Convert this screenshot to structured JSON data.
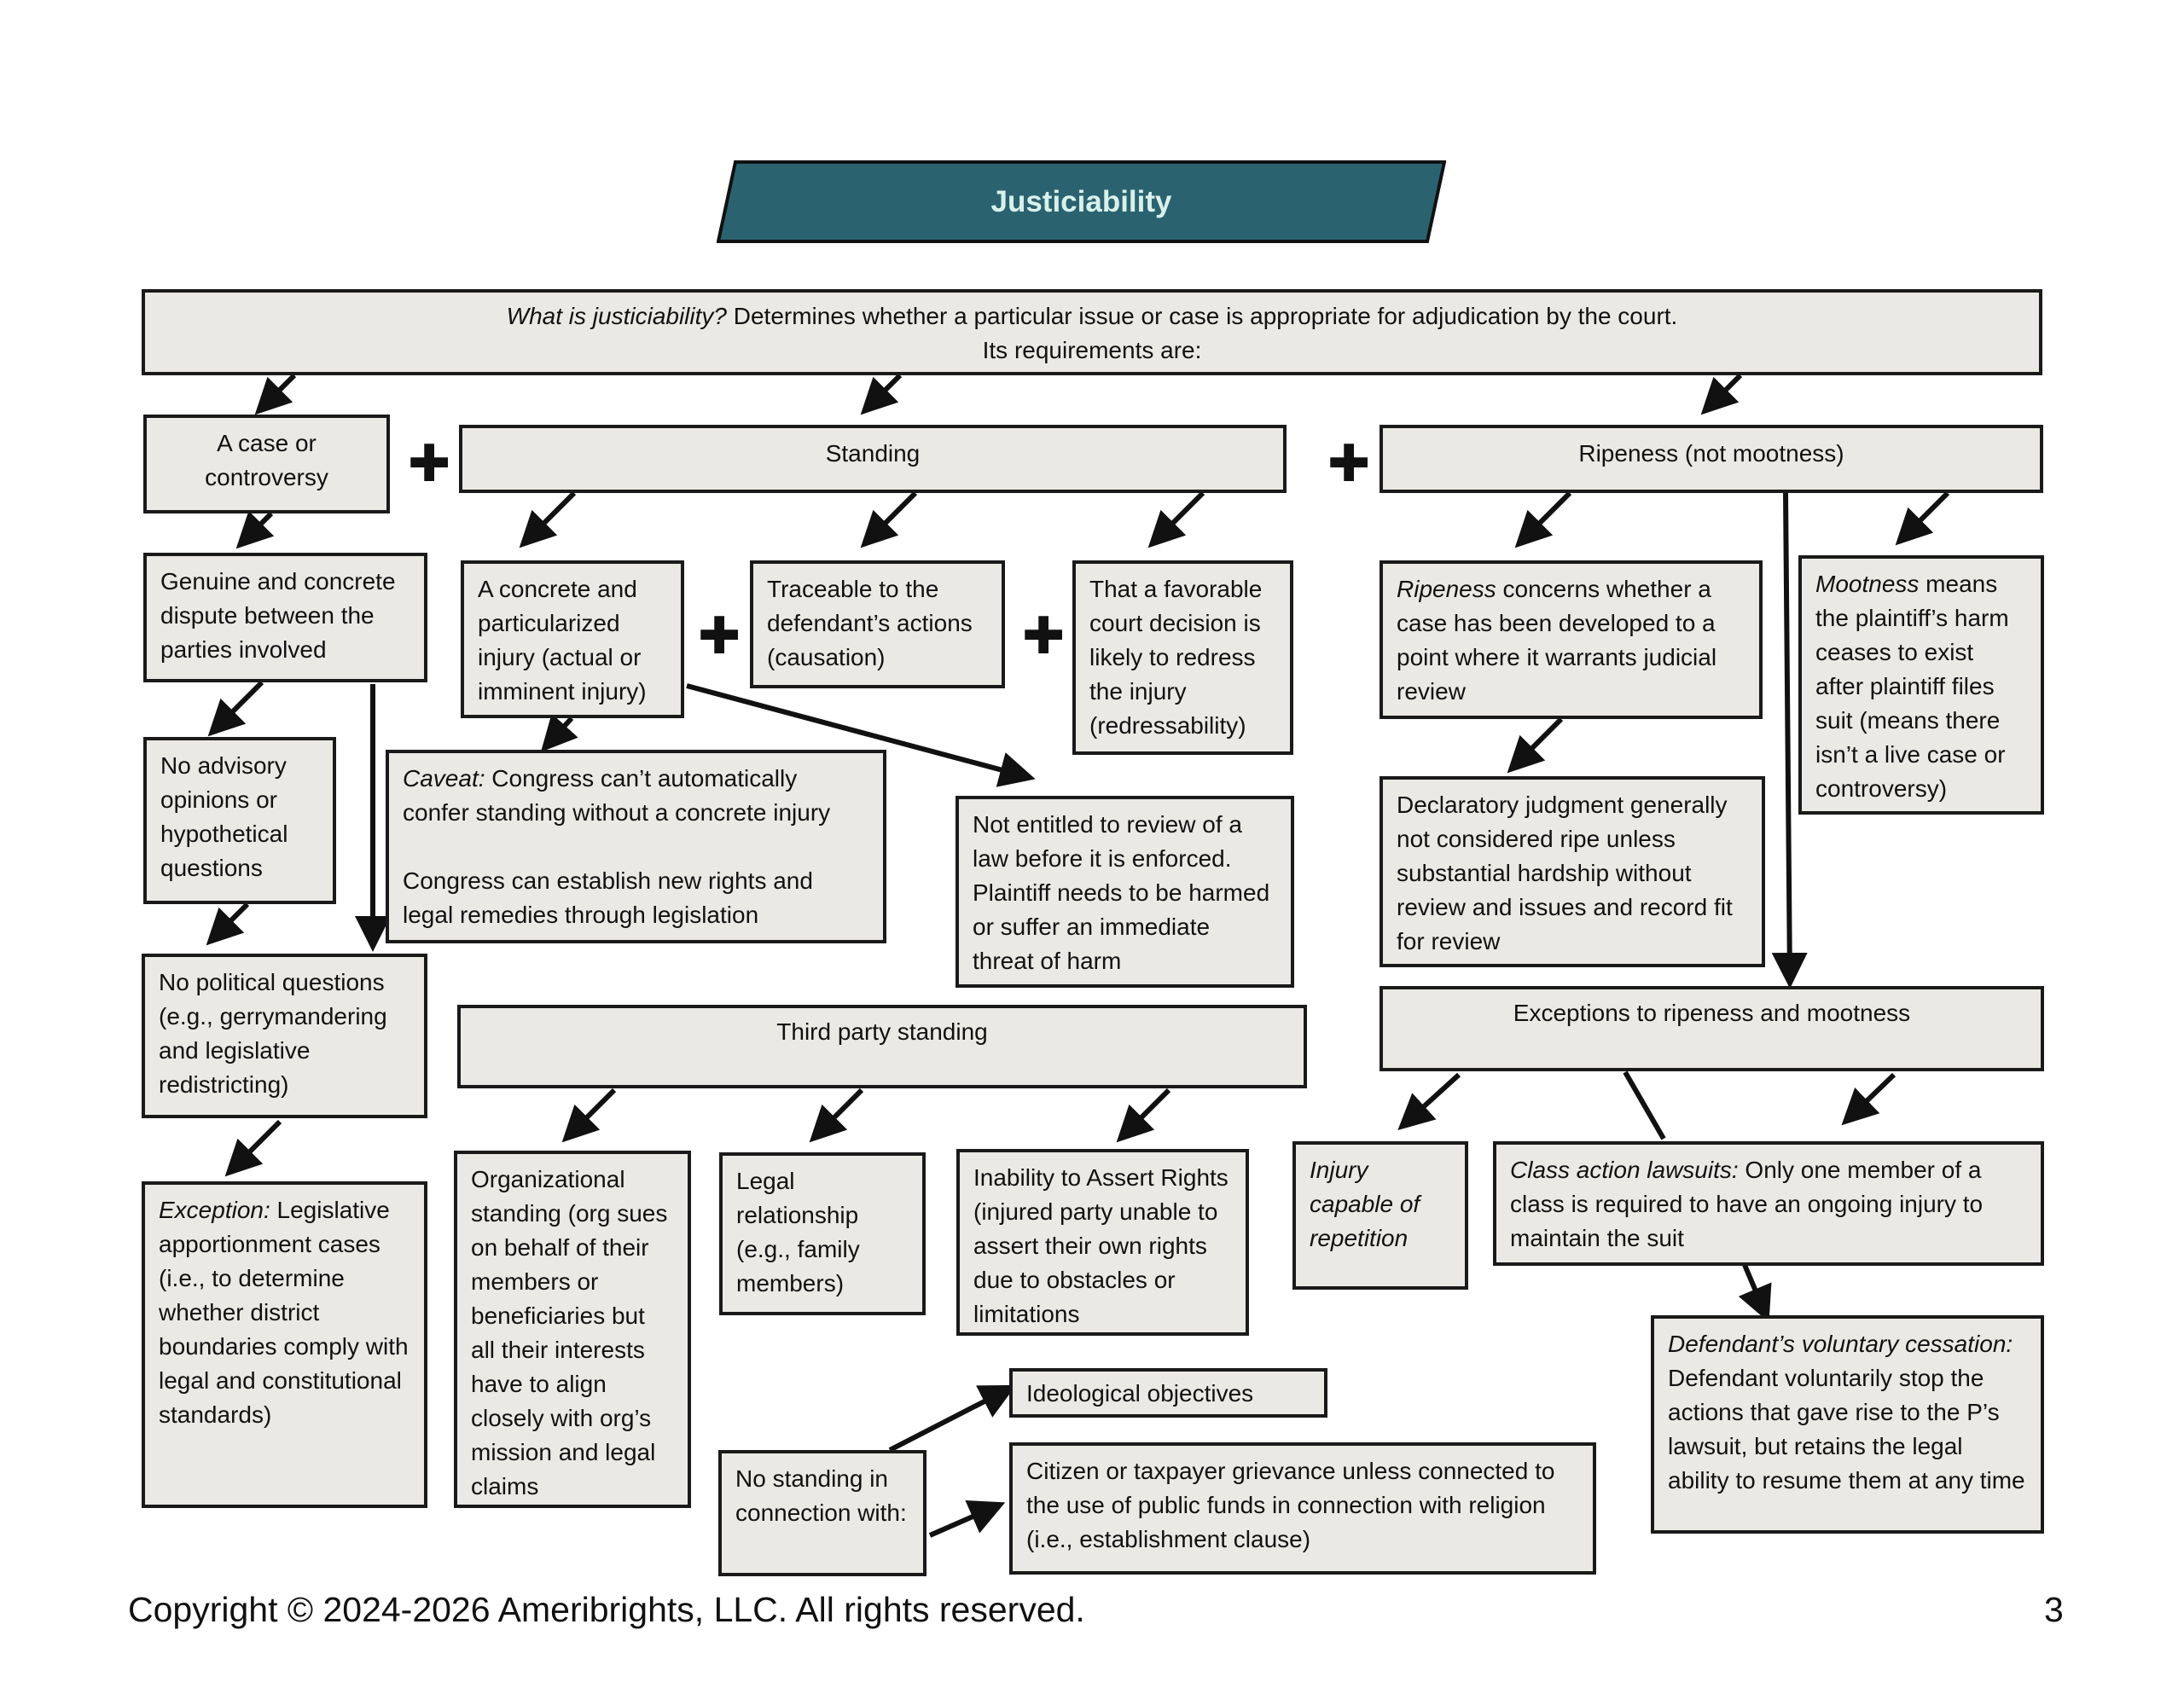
{
  "title": "Justiciability",
  "intro": {
    "question": "What is justiciability?",
    "text": " Determines whether a particular issue or case is appropriate for adjudication by the court.",
    "line2": "Its requirements are:"
  },
  "case_or_controversy": "A case or controversy",
  "standing": "Standing",
  "ripeness_header": "Ripeness (not mootness)",
  "plus_sign": "✚",
  "genuine_dispute": "Genuine and concrete dispute between the parties involved",
  "no_advisory": "No advisory opinions or hypothetical questions",
  "no_political": "No political questions (e.g., gerrymandering and legislative redistricting)",
  "exception": {
    "label": "Exception:",
    "text": " Legislative apportionment cases (i.e., to determine whether district boundaries comply with legal and constitutional standards)"
  },
  "injury": "A concrete and particularized injury (actual or imminent injury)",
  "traceable": "Traceable to the defendant’s actions (causation)",
  "redress": "That a favorable court decision is likely to redress the injury (redressability)",
  "caveat": {
    "label": "Caveat:",
    "text": " Congress can’t automatically confer standing without a concrete injury",
    "para2": "Congress can establish new rights and legal remedies through legislation"
  },
  "not_entitled": "Not entitled to review of a law before it is enforced. Plaintiff needs to be harmed or suffer an immediate threat of harm",
  "third_party": "Third party standing",
  "organizational": "Organizational standing (org sues on behalf of their members or beneficiaries but all their interests have to align closely with org’s mission and legal claims",
  "legal_relationship": "Legal relationship (e.g., family members)",
  "inability": "Inability to Assert Rights (injured party unable to assert their own rights due to obstacles or limitations",
  "no_standing": "No standing in connection with:",
  "ideological": "Ideological objectives",
  "citizen": "Citizen or taxpayer grievance unless connected to the use of public funds in connection with religion (i.e., establishment clause)",
  "ripeness_def": {
    "label": "Ripeness",
    "text": " concerns whether a case has been developed to a point where it warrants judicial review"
  },
  "mootness_def": {
    "label": "Mootness",
    "text": " means the plaintiff’s harm ceases to exist after plaintiff files suit (means there isn’t a live case or controversy)"
  },
  "declaratory": "Declaratory judgment generally not considered ripe unless substantial hardship without review and issues and record fit for review",
  "exceptions": "Exceptions to ripeness and mootness",
  "injury_capable": "Injury capable of repetition",
  "class_action": {
    "label": "Class action lawsuits:",
    "text": " Only one member of a class is required to have an ongoing injury to maintain the suit"
  },
  "voluntary": {
    "label": "Defendant’s voluntary cessation:",
    "text": " Defendant voluntarily stop the actions that gave rise to the P’s lawsuit, but retains the legal ability to resume them at any time"
  },
  "footer": "Copyright © 2024-2026 Ameribrights, LLC. All rights reserved.",
  "page_number": "3",
  "colors": {
    "title_fill": "#2b6270",
    "title_text": "#d8f1ec",
    "box_fill": "#ebe9e4",
    "line": "#111111"
  }
}
